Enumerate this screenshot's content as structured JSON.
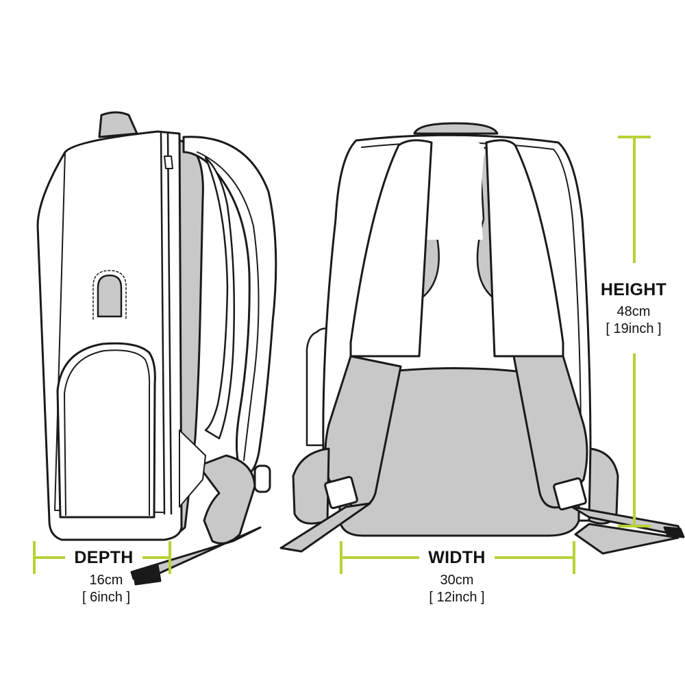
{
  "accent_color": "#b5d334",
  "outline_color": "#1a1a1a",
  "fill_light": "#ffffff",
  "fill_grey": "#c8c8c8",
  "dimensions": {
    "depth": {
      "title": "DEPTH",
      "metric": "16cm",
      "imperial": "[ 6inch ]"
    },
    "width": {
      "title": "WIDTH",
      "metric": "30cm",
      "imperial": "[ 12inch ]"
    },
    "height": {
      "title": "HEIGHT",
      "metric": "48cm",
      "imperial": "[ 19inch ]"
    }
  }
}
